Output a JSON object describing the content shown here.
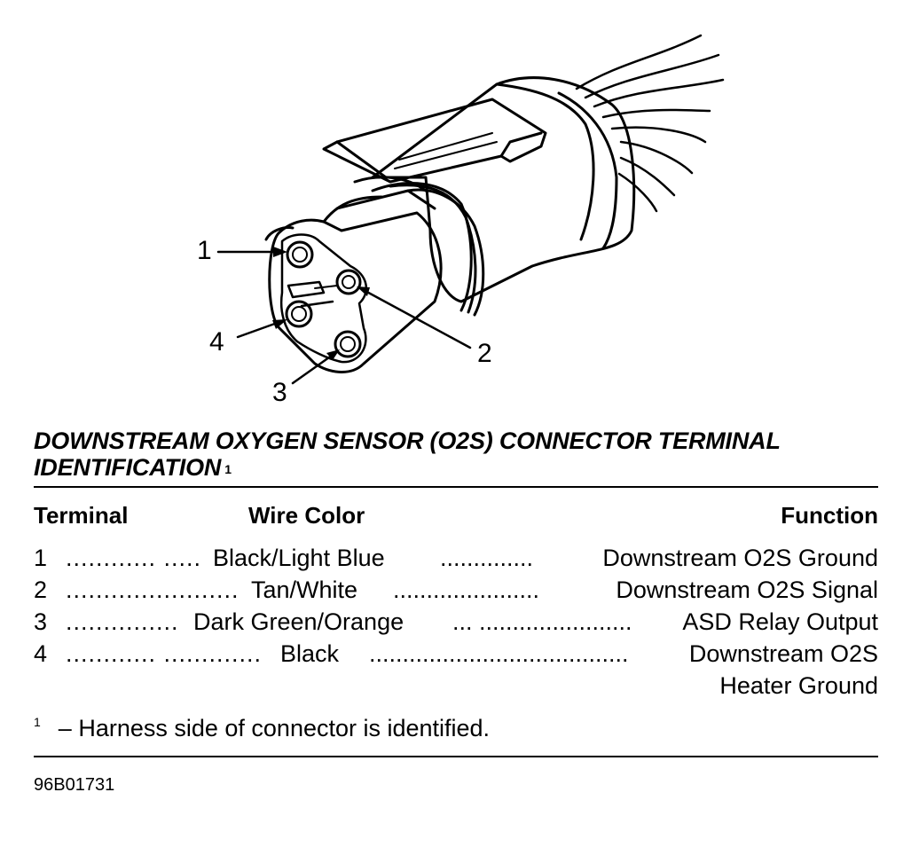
{
  "diagram": {
    "callouts": [
      "1",
      "2",
      "3",
      "4"
    ]
  },
  "table": {
    "title_line1": "DOWNSTREAM OXYGEN SENSOR (O2S) CONNECTOR TERMINAL",
    "title_line2": "IDENTIFICATION",
    "title_ref": "1",
    "headers": {
      "terminal": "Terminal",
      "wire_color": "Wire Color",
      "function": "Function"
    },
    "rows": [
      {
        "terminal": "1",
        "dots_a": "............ .....",
        "wire_color": "Black/Light Blue",
        "dots_b": "..............",
        "function": "Downstream O2S Ground"
      },
      {
        "terminal": "2",
        "dots_a": ".......................",
        "wire_color": "Tan/White",
        "dots_b": "......................",
        "function": "Downstream O2S Signal"
      },
      {
        "terminal": "3",
        "dots_a": "...............",
        "wire_color": "Dark Green/Orange",
        "dots_b": "... .......................",
        "function": "ASD Relay Output"
      },
      {
        "terminal": "4",
        "dots_a": "............ .............",
        "wire_color": "Black",
        "dots_b": ".......................................",
        "function": "Downstream O2S",
        "function_line2": "Heater Ground"
      }
    ],
    "footnote_ref": "1",
    "footnote": "–  Harness side of connector is identified.",
    "figure_code": "96B01731"
  }
}
